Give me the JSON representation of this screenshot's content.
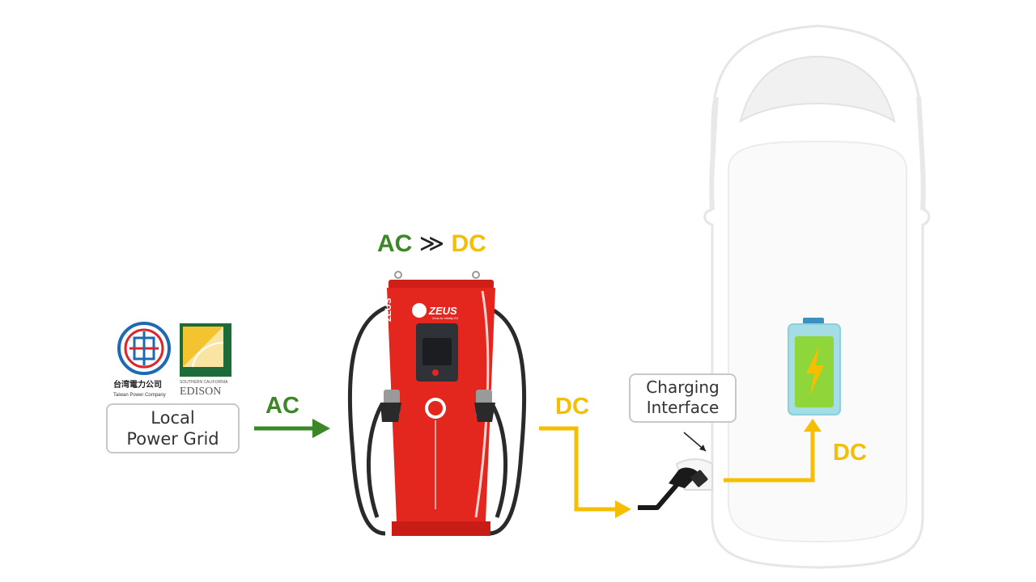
{
  "colors": {
    "ac_green": "#3c8728",
    "dc_yellow": "#f5be00",
    "charger_red": "#e3261e",
    "battery_green": "#8ed63a"
  },
  "logos": {
    "taipower_text": "台湾電力公司",
    "taipower_en": "Taiwan Power Company",
    "edison_small": "SOUTHERN CALIFORNIA",
    "edison_name": "EDISON"
  },
  "grid_box": {
    "line1": "Local",
    "line2": "Power Grid"
  },
  "conversion": {
    "ac": "AC",
    "sep": "≫",
    "dc": "DC"
  },
  "labels": {
    "ac_input": "AC",
    "dc_output": "DC",
    "dc_battery": "DC",
    "interface_line1": "Charging",
    "interface_line2": "Interface"
  },
  "charger": {
    "brand": "ZEUS",
    "tagline": "Zeus to Infinity EV",
    "side_text": "ZEUS"
  },
  "icons": [
    "taipower-logo-icon",
    "edison-logo-icon",
    "charger-station-icon",
    "charging-plug-icon",
    "car-outline-icon",
    "battery-icon",
    "lightning-bolt-icon"
  ]
}
